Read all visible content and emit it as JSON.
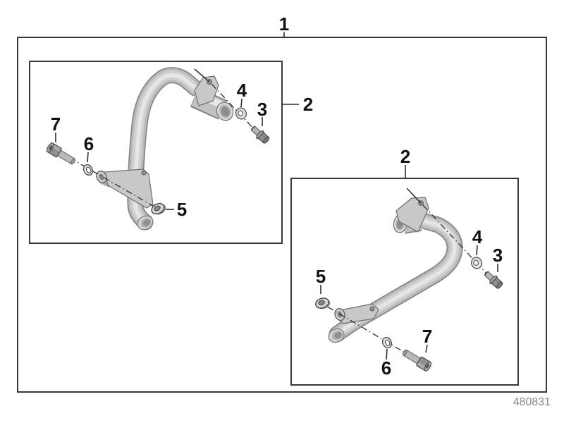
{
  "diagram": {
    "drawing_number": "480831",
    "callouts": {
      "c1": "1",
      "c2": "2",
      "c3": "3",
      "c4": "4",
      "c5": "5",
      "c6": "6",
      "c7": "7"
    },
    "colors": {
      "background": "#ffffff",
      "frame": "#383838",
      "line": "#2f2f2f",
      "label_text": "#111111",
      "part_number_text": "#8a8a8a",
      "metal_dark": "#85878a",
      "metal_mid": "#cfd1d2",
      "metal_light": "#e5e6e7"
    }
  }
}
